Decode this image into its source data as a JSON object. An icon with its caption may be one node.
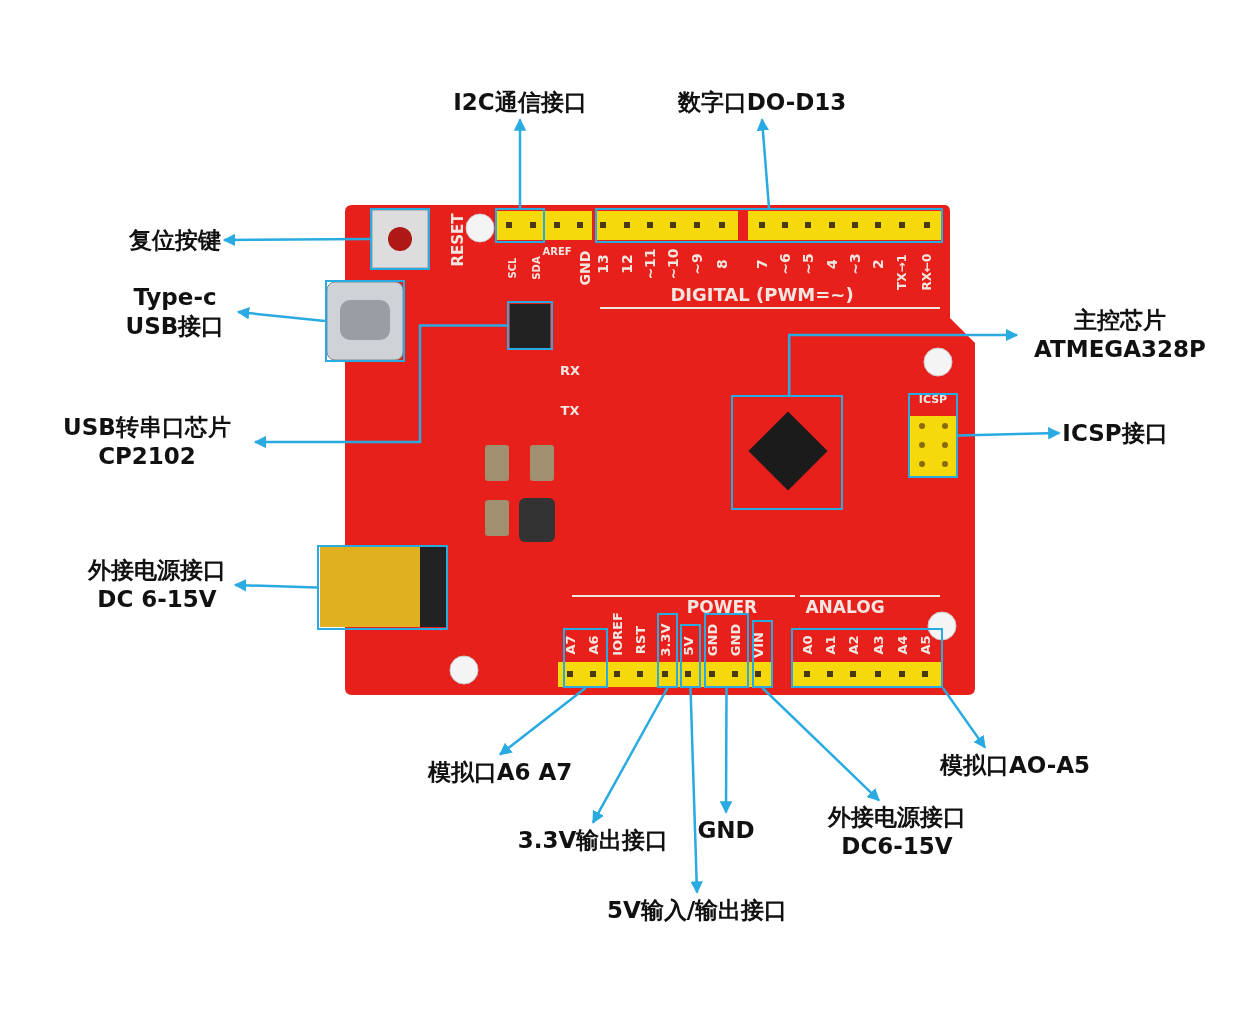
{
  "diagram": {
    "nodes": [
      {
        "text": [
          "I2C通信接口"
        ]
      },
      {
        "text": [
          "数字口DO-D13"
        ]
      },
      {
        "text": [
          "复位按键"
        ]
      },
      {
        "text": [
          "Type-c USB接口"
        ]
      },
      {
        "text": [
          "主控芯片 ATMEGA328P"
        ]
      },
      {
        "text": [
          "USB转串口芯片 CP2102"
        ]
      },
      {
        "text": [
          "ICSP接口"
        ]
      },
      {
        "text": [
          "外接电源接口 DC 6-15V"
        ]
      },
      {
        "text": [
          "模拟口AO-A5"
        ]
      },
      {
        "text": [
          "模拟口A6 A7"
        ]
      },
      {
        "text": [
          "GND"
        ]
      },
      {
        "text": [
          "外接电源接口 DC6-15V"
        ]
      },
      {
        "text": [
          "3.3V输出接口"
        ]
      },
      {
        "text": [
          "5V输入/输出接口"
        ]
      },
      {
        "text": [],
        "shape": "box"
      },
      {
        "text": [],
        "shape": "box"
      },
      {
        "text": [],
        "shape": "box"
      },
      {
        "text": [],
        "shape": "box"
      },
      {
        "text": [],
        "shape": "box"
      },
      {
        "text": [],
        "shape": "box"
      },
      {
        "text": [],
        "shape": "box"
      },
      {
        "text": [],
        "shape": "box"
      },
      {
        "text": [],
        "shape": "box"
      },
      {
        "text": [],
        "shape": "box"
      },
      {
        "text": [],
        "shape": "box"
      },
      {
        "text": [],
        "shape": "box"
      },
      {
        "text": [],
        "shape": "box"
      },
      {
        "text": [],
        "shape": "box"
      }
    ],
    "edges": [
      {
        "from": 14,
        "to": 0,
        "arrow": "to"
      },
      {
        "from": 15,
        "to": 1,
        "arrow": "to"
      },
      {
        "from": 16,
        "to": 2,
        "arrow": "to"
      },
      {
        "from": 17,
        "to": 3,
        "arrow": "to"
      },
      {
        "from": 18,
        "to": 5,
        "arrow": "to"
      },
      {
        "from": 19,
        "to": 4,
        "arrow": "to"
      },
      {
        "from": 20,
        "to": 6,
        "arrow": "to"
      },
      {
        "from": 21,
        "to": 7,
        "arrow": "to"
      },
      {
        "from": 22,
        "to": 8,
        "arrow": "to"
      },
      {
        "from": 23,
        "to": 9,
        "arrow": "to"
      },
      {
        "from": 26,
        "to": 10,
        "arrow": "to"
      },
      {
        "from": 27,
        "to": 11,
        "arrow": "to"
      },
      {
        "from": 24,
        "to": 12,
        "arrow": "to"
      },
      {
        "from": 25,
        "to": 13,
        "arrow": "to"
      }
    ],
    "labels": [
      "RESET",
      "SCL",
      "SDA",
      "AREF",
      "GND",
      "13",
      "12",
      "~11",
      "~10",
      "~9",
      "8",
      "7",
      "~6",
      "~5",
      "4",
      "~3",
      "2",
      "TX→1",
      "RX←0",
      "DIGITAL (PWM=~)",
      "RX",
      "TX",
      "ICSP",
      "POWER",
      "ANALOG",
      "A7",
      "A6",
      "IOREF",
      "RST",
      "3.3V",
      "5V",
      "GND",
      "GND",
      "VIN",
      "A0",
      "A1",
      "A2",
      "A3",
      "A4",
      "A5"
    ]
  }
}
